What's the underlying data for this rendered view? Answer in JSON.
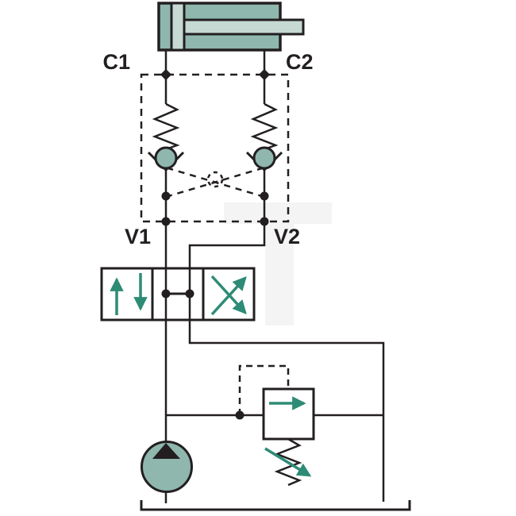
{
  "diagram": {
    "kind": "hydraulic-circuit-schematic",
    "labels": {
      "c1": "C1",
      "c2": "C2",
      "v1": "V1",
      "v2": "V2"
    },
    "watermark": {
      "glyph": "T",
      "color": "#f4f4f4"
    },
    "colors": {
      "line": "#231f20",
      "component_fill": "#8fb7ae",
      "component_fill_light": "#c6d9d3",
      "flow_arrow": "#2e8b76",
      "background": "#ffffff"
    },
    "components": [
      "double-acting-cylinder",
      "pilot-operated-check-valve-left",
      "pilot-operated-check-valve-right",
      "crossed-pilot-lines",
      "directional-control-valve-3-position",
      "pressure-relief-valve-adjustable",
      "hydraulic-pump",
      "reservoir-tank"
    ]
  }
}
